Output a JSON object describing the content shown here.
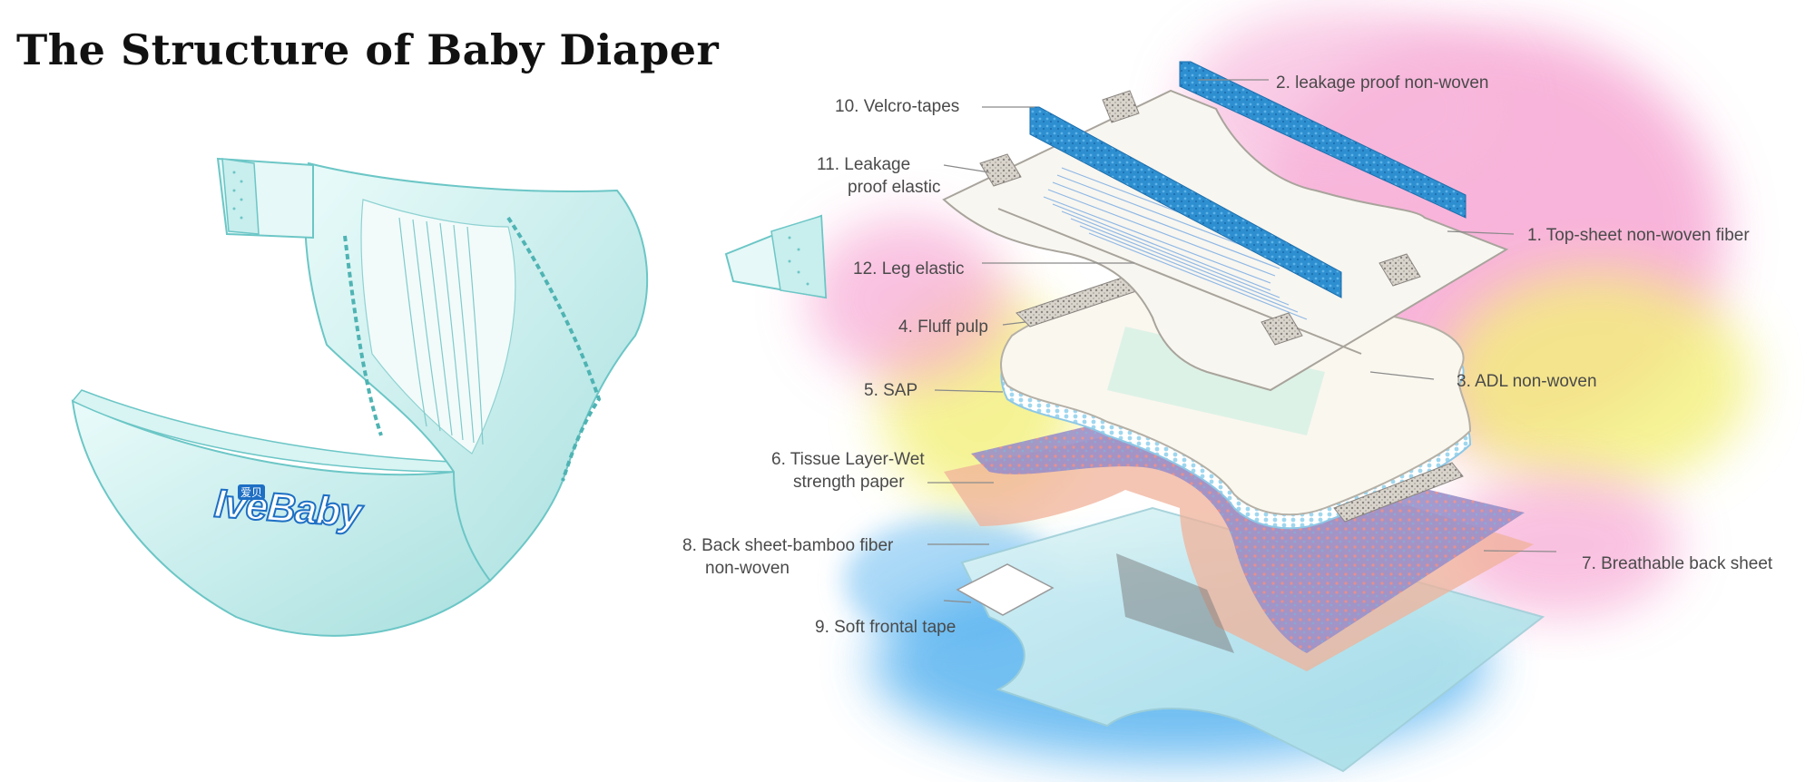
{
  "title": "The Structure of Baby Diaper",
  "brand": {
    "name": "IveBaby",
    "badge": "爱贝"
  },
  "colors": {
    "diaper": "#bfe9e8",
    "diaper_edge": "#6cc6c6",
    "blue_strip": "#2e8fd0",
    "pink_glow": "#f7a8d4",
    "yellow_glow": "#f3f07a",
    "blue_glow": "#5ab4f0",
    "label_text": "#4a4a4a"
  },
  "labels": [
    {
      "id": "2",
      "text": "2. leakage proof non-woven"
    },
    {
      "id": "10",
      "text": "10. Velcro-tapes"
    },
    {
      "id": "11a",
      "text": "11. Leakage"
    },
    {
      "id": "11b",
      "text": "proof elastic"
    },
    {
      "id": "1",
      "text": "1. Top-sheet non-woven fiber"
    },
    {
      "id": "12",
      "text": "12. Leg elastic"
    },
    {
      "id": "4",
      "text": "4. Fluff pulp"
    },
    {
      "id": "3",
      "text": "3. ADL non-woven"
    },
    {
      "id": "5",
      "text": "5. SAP"
    },
    {
      "id": "6a",
      "text": "6. Tissue Layer-Wet"
    },
    {
      "id": "6b",
      "text": "strength paper"
    },
    {
      "id": "8a",
      "text": "8. Back sheet-bamboo fiber"
    },
    {
      "id": "8b",
      "text": "non-woven"
    },
    {
      "id": "7",
      "text": "7. Breathable back sheet"
    },
    {
      "id": "9",
      "text": "9. Soft frontal tape"
    }
  ]
}
